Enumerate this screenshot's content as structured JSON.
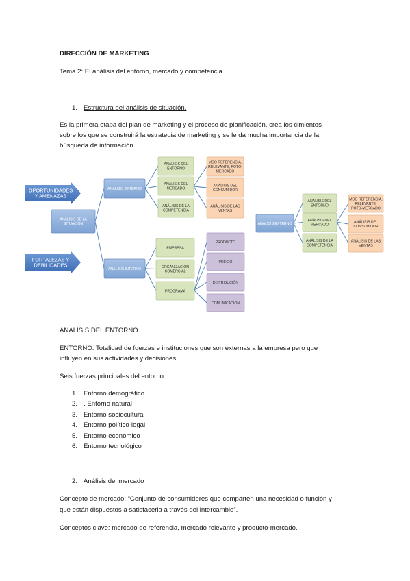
{
  "doc": {
    "title": "DIRECCIÓN DE MARKETING",
    "subtitle": "Tema 2: El análisis del entorno, mercado y competencia.",
    "s1_num": "1.",
    "s1_title": "Estructura del análisis de situación.",
    "intro": [
      "Es la primera etapa del plan de marketing y el proceso de planificación, crea los cimientos",
      "sobre los que se construirá la estrategia de marketing y se le da mucha importancia de la",
      "búsqueda de información"
    ],
    "entorno_heading": "ANÁLISIS DEL ENTORNO.",
    "entorno_def": [
      "ENTORNO: Totalidad de fuerzas e instituciones que son externas a la empresa pero que",
      "influyen en sus actividades y decisiones."
    ],
    "fuerzas_intro": "Seis fuerzas principales del entorno:",
    "fuerzas": [
      {
        "n": "1.",
        "t": "Entorno demográfico"
      },
      {
        "n": "2.",
        "t": ". Entorno natural"
      },
      {
        "n": "3.",
        "t": "Entorno sociocultural"
      },
      {
        "n": "4.",
        "t": "Entorno político-legal"
      },
      {
        "n": "5.",
        "t": "Entorno económico"
      },
      {
        "n": "6.",
        "t": "Entorno tecnológico"
      }
    ],
    "s2_num": "2.",
    "s2_title": "Análisis del mercado",
    "mercado_def": [
      "Concepto de mercado:  “Conjunto de consumidores que comparten una necesidad o función y",
      "que están dispuestos a satisfacerla a través del intercambio”."
    ],
    "conceptos": "Conceptos clave: mercado de referencia, mercado relevante y producto-mercado."
  },
  "diagram1": {
    "arrow_top": [
      "OPORTUNIDADES",
      "Y AMENAZAS"
    ],
    "arrow_bottom": [
      "FORTALEZAS Y",
      "DEBILIDADES"
    ],
    "root": [
      "ANÁLISIS DE LA",
      "SITUACIÓN"
    ],
    "externo": [
      "ANÁLISIS EXTERNO"
    ],
    "interno": [
      "ANÁLISIS INTERNO"
    ],
    "ext_children": [
      [
        "ANÁLISIS DEL",
        "ENTORNO"
      ],
      [
        "ANÁLISIS DEL",
        "MERCADO"
      ],
      [
        "ANÁLISIS DE LA",
        "COMPETENCIA"
      ]
    ],
    "mercado_children": [
      [
        "MDO REFERENCIA,",
        "RELEVANTE, POTO-",
        "MERCADO"
      ],
      [
        "ANÁLISIS DEL",
        "CONSUMIDOR"
      ],
      [
        "ANÁLISIS DE LAS",
        "VENTAS"
      ]
    ],
    "int_children": [
      [
        "EMPRESA"
      ],
      [
        "ORGANIZACIÓN",
        "COMERCIAL"
      ],
      [
        "PROGRAMA"
      ]
    ],
    "programa_children": [
      [
        "PRODUCTO"
      ],
      [
        "PRECIO"
      ],
      [
        "DISTRIBUCIÓN"
      ],
      [
        "COMUNICACIÓN"
      ]
    ]
  },
  "diagram2": {
    "root": [
      "ANÁLISIS EXTERNO"
    ],
    "children": [
      [
        "ANÁLISIS DEL",
        "ENTORNO"
      ],
      [
        "ANÁLISIS DEL",
        "MERCADO"
      ],
      [
        "ANÁLISIS DE LA",
        "COMPETENCIA"
      ]
    ],
    "mercado_children": [
      [
        "MDO REFERENCIA,",
        "RELEVANTE,",
        "POTO-MERCADO"
      ],
      [
        "ANÁLISIS DEL",
        "CONSUMIDOR"
      ],
      [
        "ANÁLISIS DE LAS",
        "VENTAS"
      ]
    ]
  },
  "colors": {
    "blue_box": "#8eaed8",
    "green_box": "#d7e4bc",
    "orange_box": "#fbd4b4",
    "purple_box": "#ccc0da",
    "arrow": "#4f81bd",
    "line": "#4f81bd"
  }
}
